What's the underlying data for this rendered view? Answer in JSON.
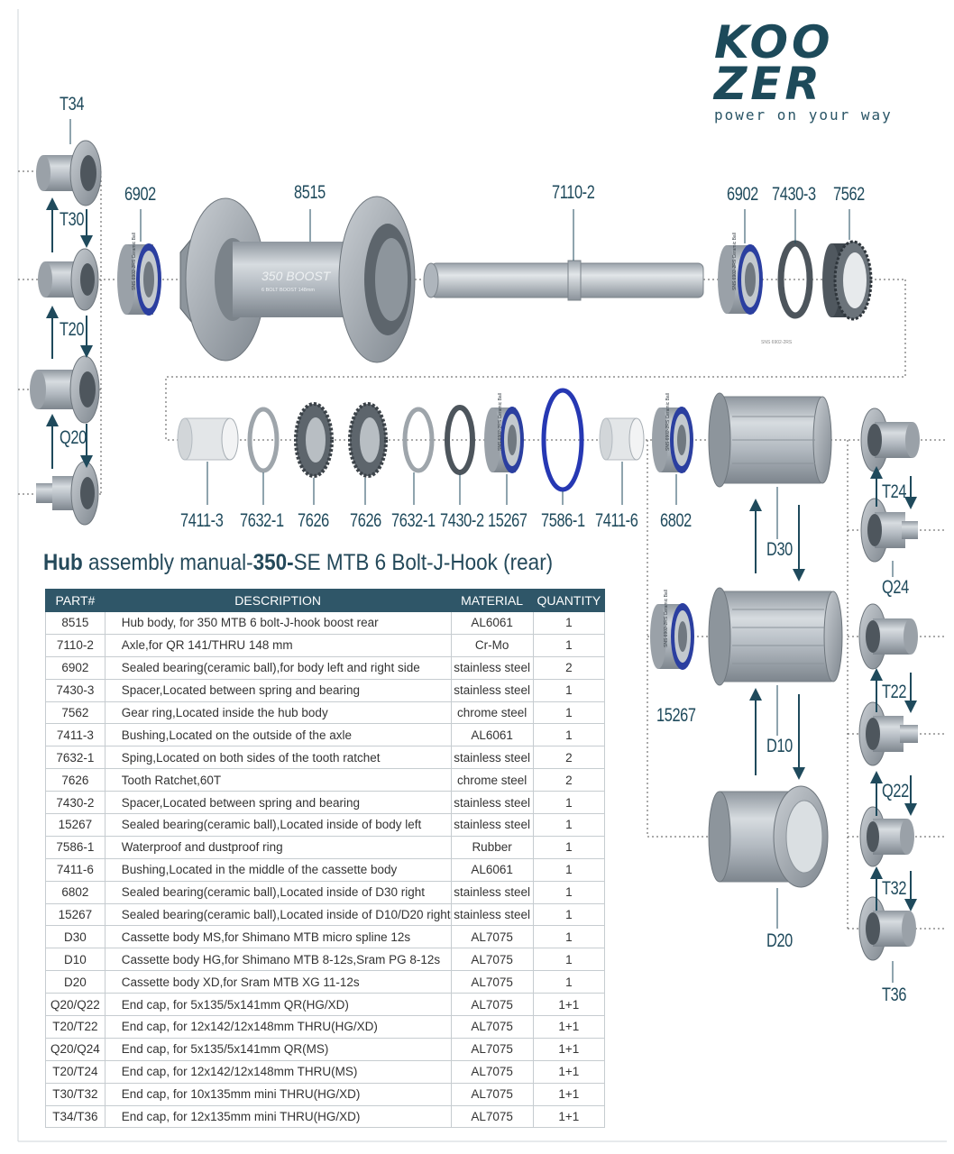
{
  "brand": {
    "name_line1": "KOO",
    "name_line2": "ZER",
    "tagline": "power on your way"
  },
  "title": {
    "prefix": "Hub",
    "middle": " assembly manual-",
    "model": "350-",
    "suffix": "SE MTB 6 Bolt-J-Hook (rear)"
  },
  "hub_print": {
    "main": "350 BOOST",
    "sub": "6 BOLT BOOST 148mm"
  },
  "bearing_print": "SNS 6902-2RS Ceramic Ball",
  "small_print": "SNS 6902-2RS",
  "labels": {
    "T34": "T34",
    "T30": "T30",
    "T20": "T20",
    "Q20": "Q20",
    "p6902a": "6902",
    "p8515": "8515",
    "p7110": "7110-2",
    "p6902b": "6902",
    "p7430_3": "7430-3",
    "p7562": "7562",
    "p7411_3": "7411-3",
    "p7632_1a": "7632-1",
    "p7626a": "7626",
    "p7626b": "7626",
    "p7632_1b": "7632-1",
    "p7430_2": "7430-2",
    "p15267a": "15267",
    "p7586": "7586-1",
    "p7411_6": "7411-6",
    "p6802": "6802",
    "D30": "D30",
    "D10": "D10",
    "D20": "D20",
    "p15267b": "15267",
    "T24": "T24",
    "Q24": "Q24",
    "T22": "T22",
    "Q22": "Q22",
    "T32": "T32",
    "T36": "T36"
  },
  "table": {
    "headers": [
      "PART#",
      "DESCRIPTION",
      "MATERIAL",
      "QUANTITY"
    ],
    "rows": [
      [
        "8515",
        "Hub body, for 350 MTB 6 bolt-J-hook boost rear",
        "AL6061",
        "1"
      ],
      [
        "7110-2",
        "Axle,for QR 141/THRU 148 mm",
        "Cr-Mo",
        "1"
      ],
      [
        "6902",
        " Sealed bearing(ceramic ball),for body left and right side",
        "stainless steel",
        "2"
      ],
      [
        "7430-3",
        "Spacer,Located between spring and bearing",
        "stainless steel",
        "1"
      ],
      [
        "7562",
        "Gear ring,Located inside the hub body",
        "chrome steel",
        "1"
      ],
      [
        "7411-3",
        "Bushing,Located on the outside of the axle",
        "AL6061",
        "1"
      ],
      [
        "7632-1",
        "Sping,Located on both sides of the tooth ratchet",
        "stainless steel",
        "2"
      ],
      [
        "7626",
        "Tooth Ratchet,60T",
        "chrome steel",
        "2"
      ],
      [
        "7430-2",
        "Spacer,Located between spring and bearing",
        "stainless steel",
        "1"
      ],
      [
        "15267",
        "Sealed bearing(ceramic ball),Located inside of body left",
        "stainless steel",
        "1"
      ],
      [
        "7586-1",
        " Waterproof and dustproof ring",
        "Rubber",
        "1"
      ],
      [
        "7411-6",
        "Bushing,Located in the middle of the cassette body",
        "AL6061",
        "1"
      ],
      [
        "6802",
        "Sealed bearing(ceramic ball),Located inside of D30 right",
        "stainless steel",
        "1"
      ],
      [
        "15267",
        "Sealed bearing(ceramic ball),Located inside of D10/D20 right",
        "stainless steel",
        "1"
      ],
      [
        "D30",
        "Cassette body MS,for Shimano MTB micro spline 12s",
        "AL7075",
        "1"
      ],
      [
        "D10",
        "Cassette body HG,for Shimano MTB 8-12s,Sram PG 8-12s",
        "AL7075",
        "1"
      ],
      [
        "D20",
        "Cassette body XD,for Sram MTB XG 11-12s",
        "AL7075",
        "1"
      ],
      [
        "Q20/Q22",
        "End cap, for 5x135/5x141mm QR(HG/XD)",
        "AL7075",
        "1+1"
      ],
      [
        "T20/T22",
        "End cap, for 12x142/12x148mm THRU(HG/XD)",
        "AL7075",
        "1+1"
      ],
      [
        "Q20/Q24",
        "End cap, for 5x135/5x141mm QR(MS)",
        "AL7075",
        "1+1"
      ],
      [
        "T20/T24",
        "End cap, for 12x142/12x148mm THRU(MS)",
        "AL7075",
        "1+1"
      ],
      [
        "T30/T32",
        "End cap, for 10x135mm mini THRU(HG/XD)",
        "AL7075",
        "1+1"
      ],
      [
        "T34/T36",
        "End cap, for 12x135mm mini THRU(HG/XD)",
        "AL7075",
        "1+1"
      ]
    ]
  },
  "colors": {
    "accent": "#1f4a5c",
    "header": "#2f5668",
    "metal": "#aeb5bc",
    "bearing_blue": "#2b3fa0"
  }
}
